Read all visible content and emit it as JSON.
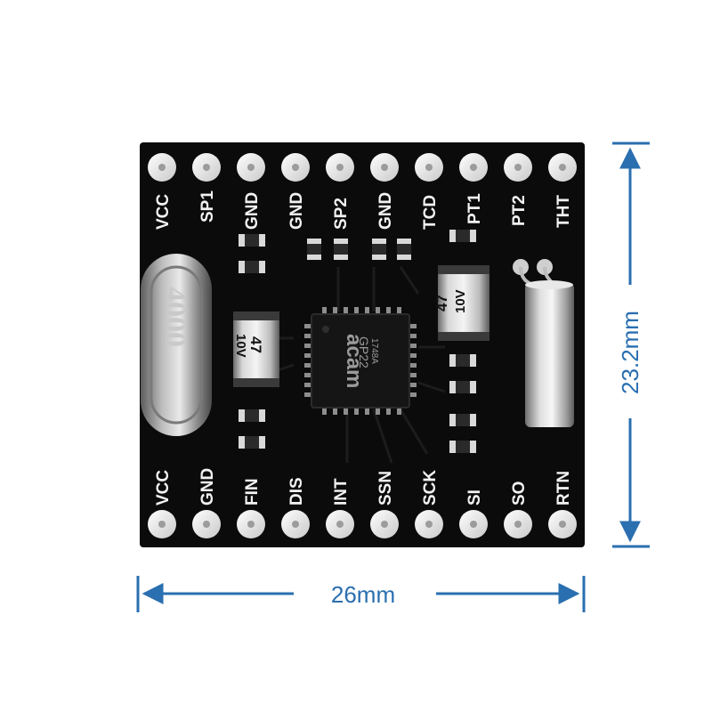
{
  "board": {
    "top_pins": [
      "VCC",
      "SP1",
      "GND",
      "GND",
      "SP2",
      "GND",
      "TCD",
      "PT1",
      "PT2",
      "THT"
    ],
    "bottom_pins": [
      "VCC",
      "GND",
      "FIN",
      "DIS",
      "INT",
      "SSN",
      "SCK",
      "SI",
      "SO",
      "RTN"
    ],
    "chip": {
      "brand": "acam",
      "model": "GP22",
      "code": "1748A"
    },
    "capacitor_left": {
      "value": "47",
      "voltage": "10V"
    },
    "capacitor_right": {
      "value": "47",
      "voltage": "10V"
    },
    "crystal": {
      "marking": "4000"
    }
  },
  "dimensions": {
    "width": "26mm",
    "height": "23.2mm",
    "color": "#2a6fb0"
  },
  "colors": {
    "pcb": "#0b0b0b",
    "pad": "#e9e9e9",
    "silkscreen": "#f2f2f2"
  }
}
